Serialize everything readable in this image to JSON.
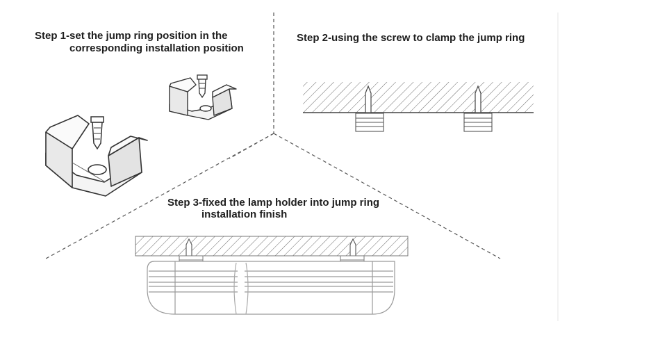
{
  "steps": {
    "step1": {
      "line1": "Step 1-set the jump ring position in the",
      "line2": "corresponding installation position"
    },
    "step2": {
      "line1": "Step 2-using the screw to clamp the jump ring"
    },
    "step3": {
      "line1": "Step 3-fixed the lamp holder into jump ring",
      "line2": "installation finish"
    }
  },
  "colors": {
    "line": "#444444",
    "hatch": "#555555",
    "label": "#1e1e1e",
    "light_line": "#9a9a9a"
  }
}
